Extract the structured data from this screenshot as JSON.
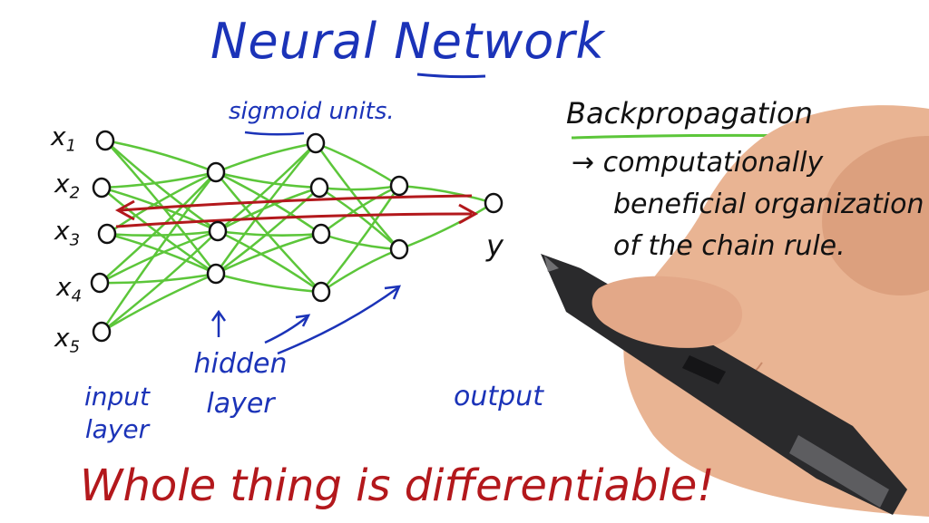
{
  "title": "Neural Network",
  "sigmoid_label": "sigmoid units.",
  "inputs": [
    {
      "name": "x",
      "sub": "1"
    },
    {
      "name": "x",
      "sub": "2"
    },
    {
      "name": "x",
      "sub": "3"
    },
    {
      "name": "x",
      "sub": "4"
    },
    {
      "name": "x",
      "sub": "5"
    }
  ],
  "output_symbol": "y",
  "layer_labels": {
    "input_line1": "input",
    "input_line2": "layer",
    "hidden_line1": "hidden",
    "hidden_line2": "layer",
    "output": "output"
  },
  "backprop": {
    "title": "Backpropagation",
    "line1": "→ computationally",
    "line2": "beneficial organization",
    "line3": "of the chain rule."
  },
  "footer": "Whole thing is differentiable!",
  "colors": {
    "ink_blue": "#1b33b8",
    "ink_green": "#5cc63a",
    "ink_red": "#b3181c",
    "ink_black": "#111111"
  }
}
